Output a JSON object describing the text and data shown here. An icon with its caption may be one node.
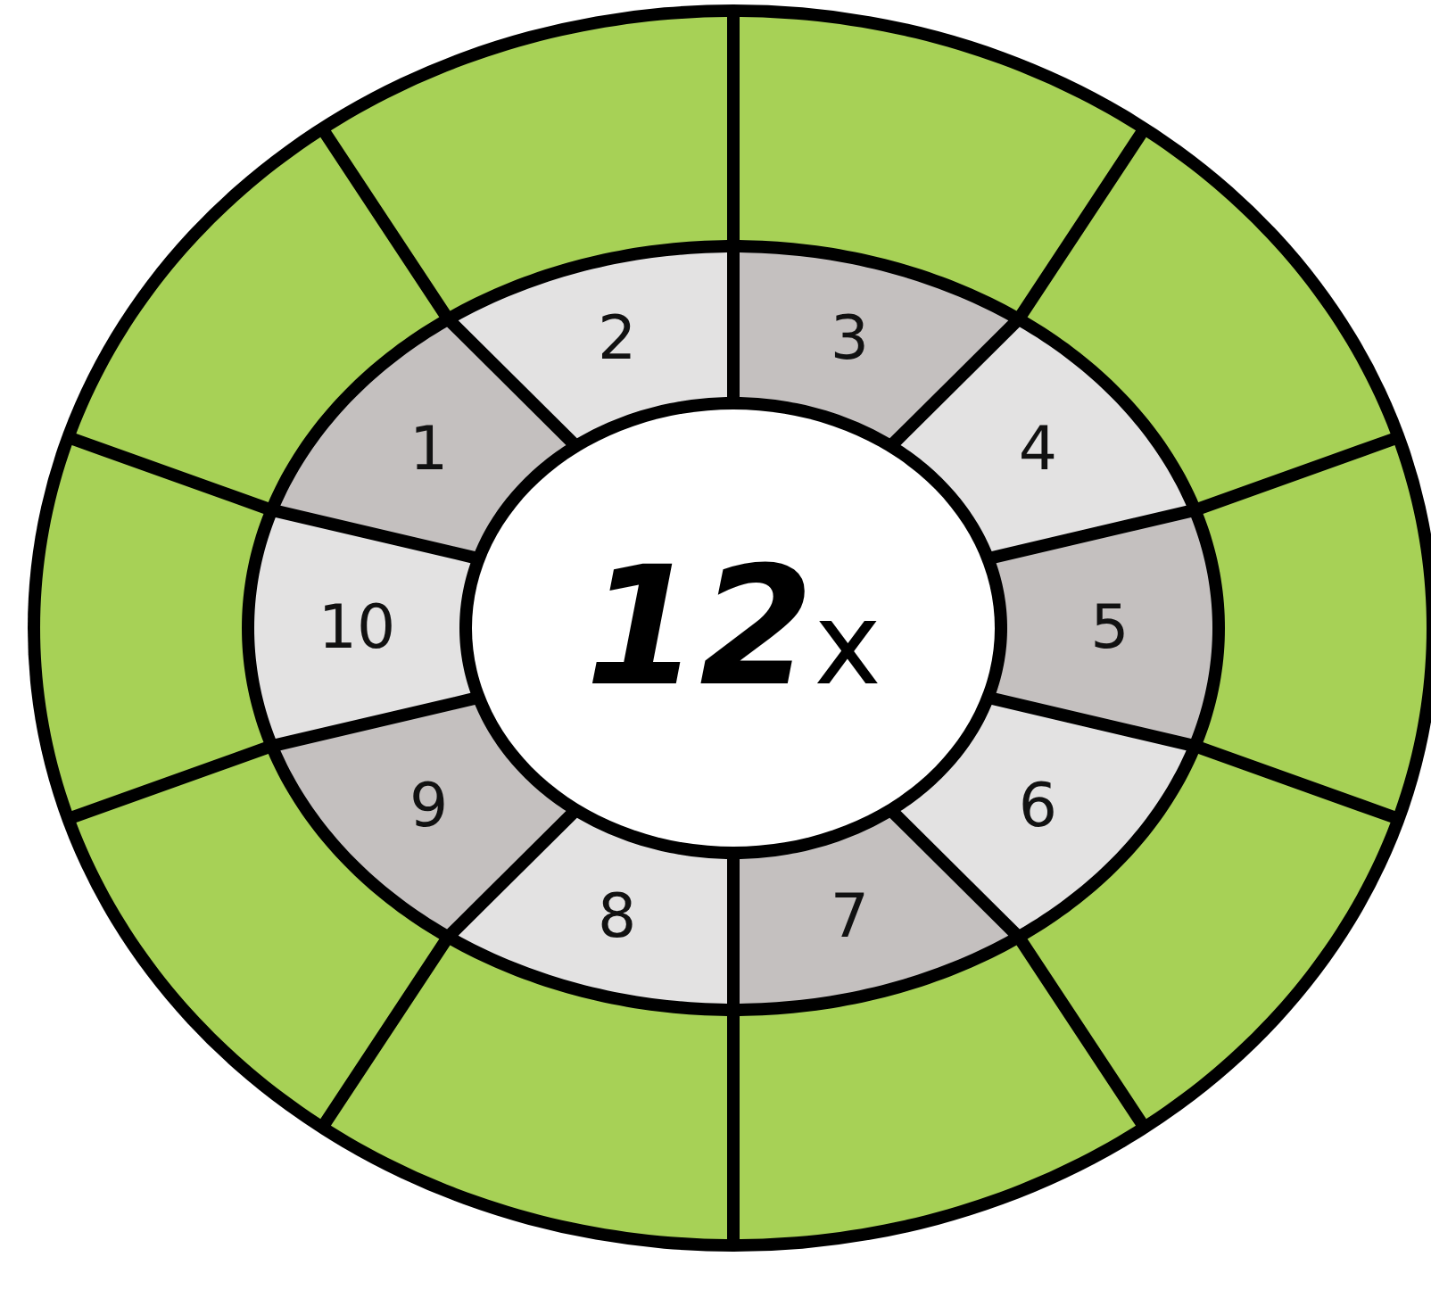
{
  "diagram": {
    "nodes": [
      {
        "text": [
          "**12**x"
        ]
      },
      {
        "text": [
          "1"
        ]
      },
      {
        "text": [
          "2"
        ]
      },
      {
        "text": [
          "3"
        ]
      },
      {
        "text": [
          "4"
        ]
      },
      {
        "text": [
          "5"
        ]
      },
      {
        "text": [
          "6"
        ]
      },
      {
        "text": [
          "7"
        ]
      },
      {
        "text": [
          "8"
        ]
      },
      {
        "text": [
          "9"
        ]
      },
      {
        "text": [
          "10"
        ]
      },
      {
        "text": [],
        "shape": "box"
      },
      {
        "text": [],
        "shape": "box"
      },
      {
        "text": [],
        "shape": "box"
      },
      {
        "text": [],
        "shape": "box"
      },
      {
        "text": [],
        "shape": "box"
      },
      {
        "text": [],
        "shape": "box"
      },
      {
        "text": [],
        "shape": "box"
      },
      {
        "text": [],
        "shape": "box"
      },
      {
        "text": [],
        "shape": "box"
      },
      {
        "text": [],
        "shape": "box"
      }
    ]
  }
}
